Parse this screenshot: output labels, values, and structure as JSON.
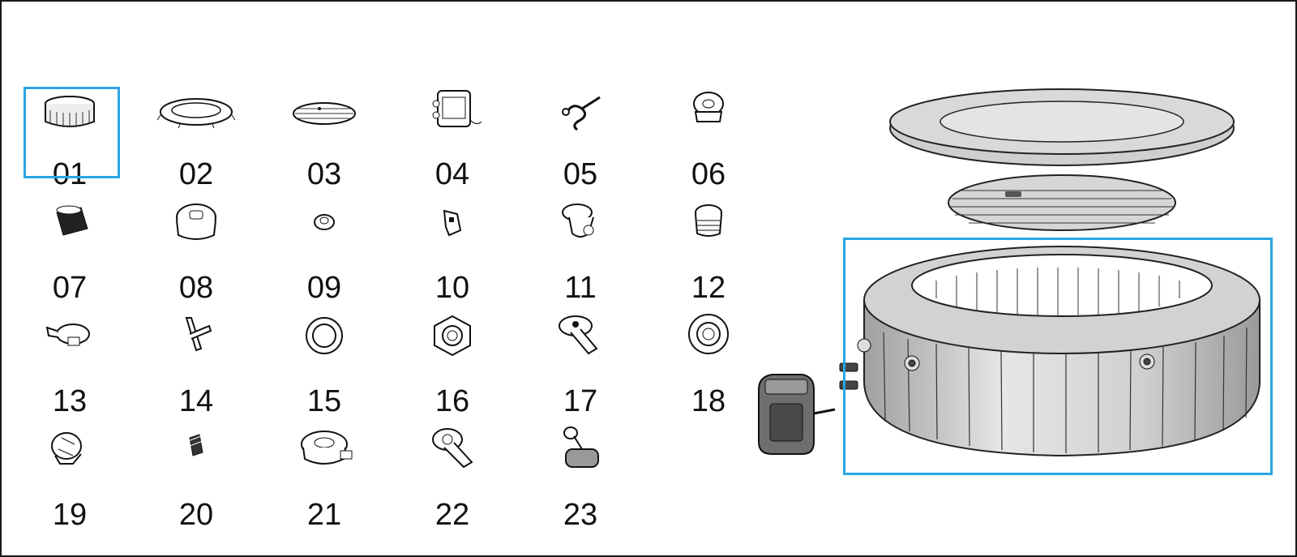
{
  "parts": [
    {
      "id": "01",
      "icon": "spa-liner-icon"
    },
    {
      "id": "02",
      "icon": "spa-cover-icon"
    },
    {
      "id": "03",
      "icon": "inflatable-lid-icon"
    },
    {
      "id": "04",
      "icon": "control-pump-icon"
    },
    {
      "id": "05",
      "icon": "air-hose-icon"
    },
    {
      "id": "06",
      "icon": "filter-housing-cap-icon"
    },
    {
      "id": "07",
      "icon": "filter-cartridge-icon"
    },
    {
      "id": "08",
      "icon": "strainer-connector-icon"
    },
    {
      "id": "09",
      "icon": "o-ring-icon"
    },
    {
      "id": "10",
      "icon": "buckle-icon"
    },
    {
      "id": "11",
      "icon": "elbow-fitting-icon"
    },
    {
      "id": "12",
      "icon": "threaded-connector-icon"
    },
    {
      "id": "13",
      "icon": "inflation-valve-icon"
    },
    {
      "id": "14",
      "icon": "valve-wrench-icon"
    },
    {
      "id": "15",
      "icon": "gasket-ring-icon"
    },
    {
      "id": "16",
      "icon": "hex-nut-icon"
    },
    {
      "id": "17",
      "icon": "jet-nozzle-icon"
    },
    {
      "id": "18",
      "icon": "drain-plug-icon"
    },
    {
      "id": "19",
      "icon": "valve-cap-icon"
    },
    {
      "id": "20",
      "icon": "drain-adapter-icon"
    },
    {
      "id": "21",
      "icon": "air-valve-icon"
    },
    {
      "id": "22",
      "icon": "strainer-jet-icon"
    },
    {
      "id": "23",
      "icon": "headrest-icon"
    }
  ],
  "highlight_color": "#2aa6e0",
  "highlighted_part": "01"
}
